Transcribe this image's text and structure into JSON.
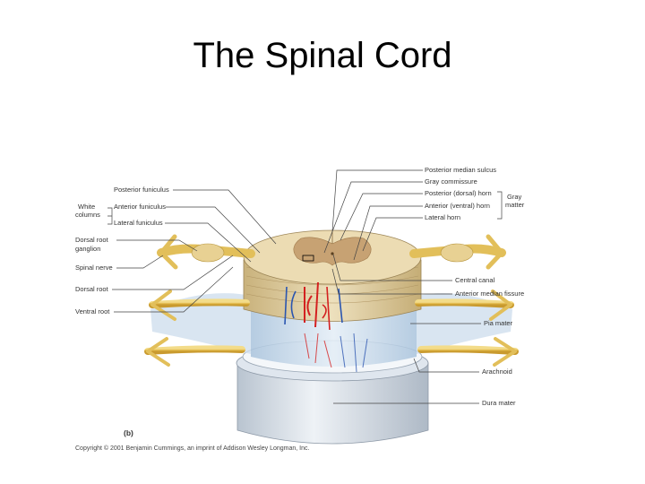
{
  "title": "The Spinal Cord",
  "labels": {
    "posterior_funiculus": "Posterior funiculus",
    "white_columns_line1": "White",
    "white_columns_line2": "columns",
    "anterior_funiculus": "Anterior funiculus",
    "lateral_funiculus": "Lateral funiculus",
    "dorsal_root_ganglion_line1": "Dorsal root",
    "dorsal_root_ganglion_line2": "ganglion",
    "spinal_nerve": "Spinal nerve",
    "dorsal_root": "Dorsal root",
    "ventral_root": "Ventral root",
    "posterior_median_sulcus": "Posterior median sulcus",
    "gray_commissure": "Gray commissure",
    "posterior_horn": "Posterior (dorsal) horn",
    "anterior_horn": "Anterior (ventral) horn",
    "lateral_horn": "Lateral horn",
    "gray_matter_line1": "Gray",
    "gray_matter_line2": "matter",
    "central_canal": "Central canal",
    "anterior_median_fissure": "Anterior median fissure",
    "pia_mater": "Pia mater",
    "arachnoid": "Arachnoid",
    "dura_mater": "Dura mater"
  },
  "figure_letter": "(b)",
  "copyright": "Copyright © 2001 Benjamin Cummings, an imprint of Addison Wesley Longman, Inc.",
  "colors": {
    "white_matter": "#e8d9b0",
    "gray_matter": "#c9a77a",
    "nerve": "#e8c45c",
    "pia": "#bcd2e6",
    "dura": "#cdd6e0",
    "artery": "#d42020",
    "vein": "#2a55b0"
  }
}
